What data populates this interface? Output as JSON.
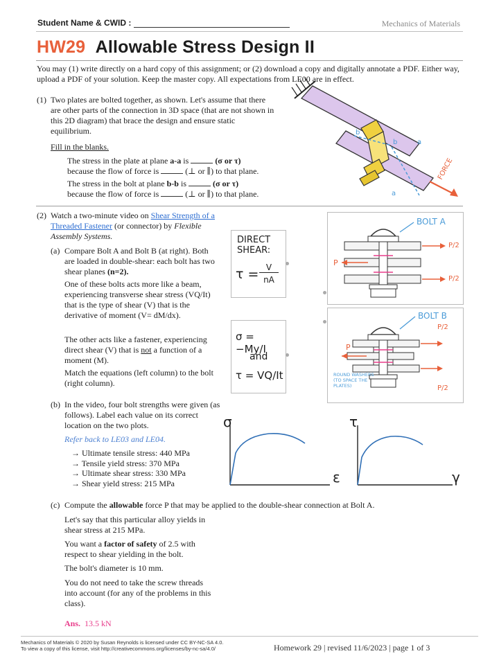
{
  "header": {
    "student_label": "Student Name & CWID :",
    "course": "Mechanics of Materials"
  },
  "title": {
    "hw": "HW29",
    "name": "Allowable Stress Design II"
  },
  "intro": "You may (1) write directly on a hard copy of this assignment; or (2) download a copy and digitally annotate a PDF. Either way, upload a PDF of your solution. Keep the master copy. All expectations from LE00 are in effect.",
  "q1": {
    "num": "(1)",
    "text": "Two plates are bolted together, as shown. Let's assume that there are other parts of the connection in 3D space (that are not shown in this 2D diagram) that brace the design and ensure static equilibrium.",
    "fill": "Fill in the blanks.",
    "s1a": "The stress in the plate at plane",
    "s1plane": "a-a",
    "s1b": "is",
    "s1c": "(σ or τ)",
    "s1d": "because the flow of force is",
    "s1e": "(⊥ or ∥) to that plane.",
    "s2a": "The stress in the bolt at plane",
    "s2plane": "b-b",
    "s2b": "is",
    "s2c": "(σ or τ)",
    "s2d": "because the flow of force is",
    "s2e": "(⊥ or ∥) to that plane.",
    "fig_force": "FORCE",
    "fig_a": "a",
    "fig_b": "b"
  },
  "q2": {
    "num": "(2)",
    "l1": "Watch a two-minute video on",
    "link": "Shear Strength of a Threaded Fastener",
    "l2": "(or connector) by",
    "source": "Flexible Assembly Systems.",
    "a": {
      "num": "(a)",
      "p1": "Compare Bolt A and Bolt B (at right). Both are loaded in double-shear: each bolt has two shear planes",
      "p1n": "(n=2).",
      "p2": "One of these bolts acts more like a beam, experiencing transverse shear stress (VQ/It) that is the type of shear (V) that is the derivative of moment (V= dM/dx).",
      "p3a": "The other acts like a fastener, experiencing direct shear (V) that is",
      "p3not": "not",
      "p3b": "a function of a moment (M).",
      "p4": "Match the equations (left column) to the bolt (right column).",
      "eq1_title": "DIRECT SHEAR:",
      "eq1_lhs": "τ =",
      "eq1_num": "V",
      "eq1_den": "nA",
      "eq2_l1": "σ = −My/I",
      "eq2_and": "and",
      "eq2_l2": "τ = VQ/It",
      "boltA": "BOLT A",
      "boltB": "BOLT B",
      "P": "P",
      "P2": "P/2",
      "washer": "ROUND WASHERS (TO SPACE THE PLATES)"
    },
    "b": {
      "num": "(b)",
      "p1": "In the video, four bolt strengths were given (as follows). Label each value on its correct location on the two plots.",
      "refer": "Refer back to LE03 and LE04.",
      "items": [
        "→ Ultimate tensile stress: 440 MPa",
        "→ Tensile yield stress: 370 MPa",
        "→ Ultimate shear stress: 330 MPa",
        "→ Shear yield stress: 215 MPa"
      ],
      "plot1_y": "σ",
      "plot1_x": "ε",
      "plot2_y": "τ",
      "plot2_x": "γ"
    },
    "c": {
      "num": "(c)",
      "q_a": "Compute the",
      "q_b": "allowable",
      "q_c": "force P that may be applied to the double-shear connection at Bolt A.",
      "p1": "Let's say that this particular alloy  yields in shear stress at 215 MPa.",
      "p2a": "You want a",
      "p2b": "factor of safety",
      "p2c": "of 2.5 with respect to shear yielding in the bolt.",
      "p3": "The bolt's diameter is 10 mm.",
      "p4": "You do not need to take the screw threads into account (for any of the problems in this class).",
      "ans_label": "Ans.",
      "ans_value": "13.5 kN"
    }
  },
  "footer": {
    "left1": "Mechanics of Materials © 2020 by Susan Reynolds is licensed under CC BY-NC-SA 4.0.",
    "left2": "To view a copy of this license, visit http://creativecommons.org/licenses/by-nc-sa/4.0/",
    "right": "Homework 29  |  revised 11/6/2023  |  page 1 of 3"
  }
}
